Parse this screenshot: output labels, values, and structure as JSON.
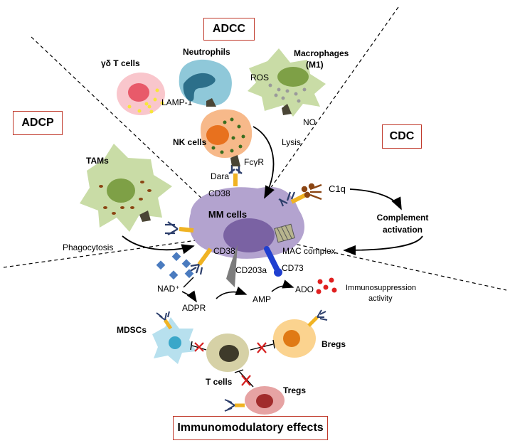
{
  "sections": {
    "adcc": "ADCC",
    "adcp": "ADCP",
    "cdc": "CDC",
    "immunomodulatory": "Immunomodulatory effects"
  },
  "cells": {
    "gd_t_cells": "γδ T cells",
    "neutrophils": "Neutrophils",
    "macrophages_line1": "Macrophages",
    "macrophages_line2": "(M1)",
    "nk_cells": "NK cells",
    "tams": "TAMs",
    "mm_cells": "MM cells",
    "mdscs": "MDSCs",
    "t_cells": "T cells",
    "bregs": "Bregs",
    "tregs": "Tregs"
  },
  "labels": {
    "lamp1": "LAMP-1",
    "ros": "ROS",
    "no": "NO",
    "lysis": "Lysis",
    "fcgr": "FcγR",
    "dara": "Dara",
    "cd38_top": "CD38",
    "c1q": "C1q",
    "complement_line1": "Complement",
    "complement_line2": "activation",
    "phagocytosis": "Phagocytosis",
    "mac_complex": "MAC complex",
    "cd38_bottom": "CD38",
    "cd203a": "CD203a",
    "cd73": "CD73",
    "nad": "NAD⁺",
    "adpr": "ADPR",
    "amp": "AMP",
    "ado": "ADO",
    "immuno_line1": "Immunosuppression",
    "immuno_line2": "activity"
  },
  "colors": {
    "box_border": "#c0392b",
    "antibody": "#f0b323",
    "antibody_arms": "#2c3e6b",
    "mm_cell": "#b3a3cf",
    "mm_nucleus": "#7a62a3",
    "nk_cell": "#f7b98a",
    "nk_nucleus": "#e8711e",
    "macrophage": "#c9dca6",
    "macrophage_nucleus": "#7ea046",
    "neutrophil": "#8fc8d9",
    "gd_t_cell": "#f9c6cc",
    "mdsc": "#b7e0ee",
    "mdsc_nucleus": "#3aa7c9",
    "t_cell": "#d6d1a6",
    "t_cell_nucleus": "#3e3a2a",
    "breg": "#fbd38f",
    "breg_nucleus": "#e07a15",
    "treg": "#e6a3a3",
    "treg_nucleus": "#a12c2c",
    "cd73": "#1f3fd0",
    "nad_diamonds": "#4a7bbf",
    "ado_dots": "#e02020",
    "inhibit_x": "#d62020"
  }
}
